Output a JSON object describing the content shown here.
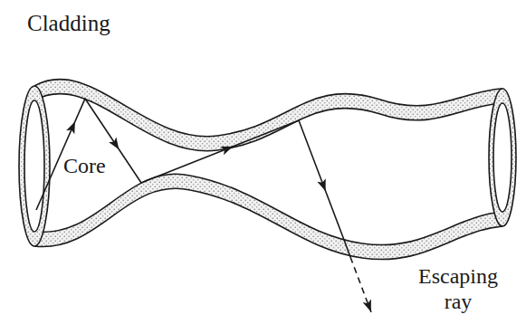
{
  "diagram": {
    "labels": [
      "Cladding",
      "Core",
      "Escaping ray"
    ]
  }
}
